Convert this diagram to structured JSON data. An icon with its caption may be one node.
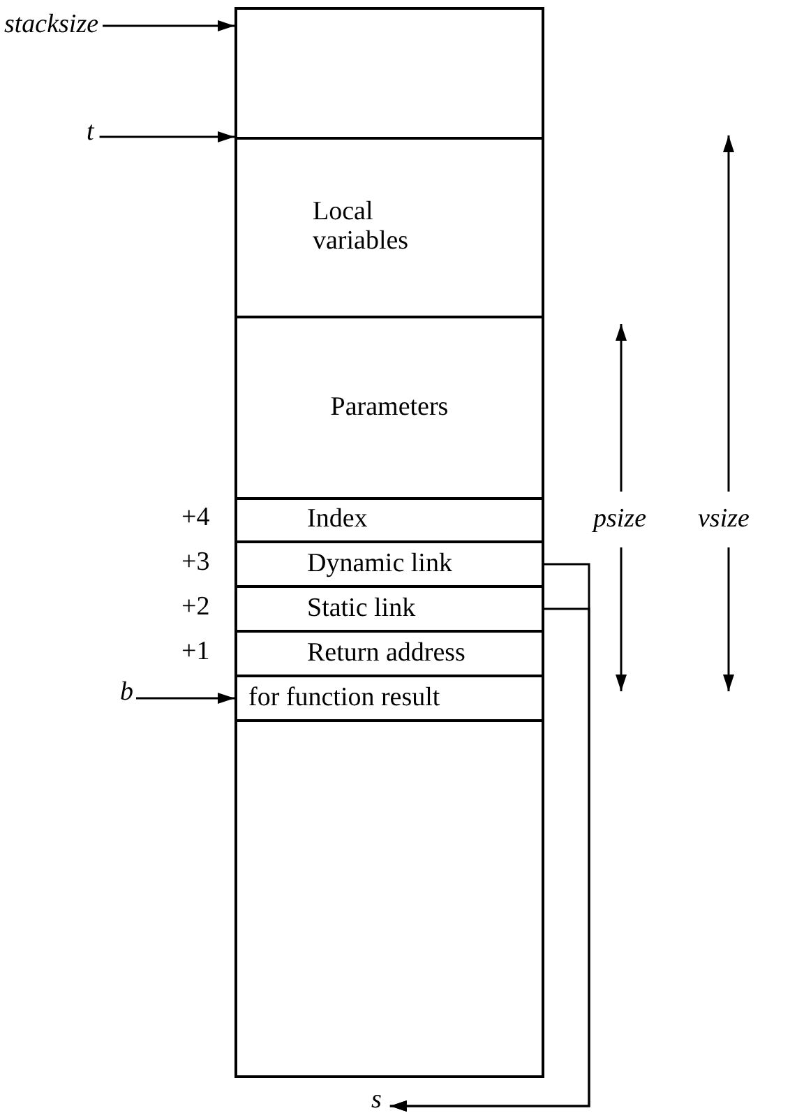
{
  "diagram": {
    "nodes": [
      {
        "text": [
          "stacksize"
        ]
      },
      {
        "text": [],
        "shape": "box"
      },
      {
        "text": [
          "Local variables"
        ],
        "in": 1
      },
      {
        "text": [
          "Parameters"
        ],
        "in": 1
      },
      {
        "text": [
          "Index"
        ],
        "in": 1
      },
      {
        "text": [
          "Dynamic link"
        ],
        "in": 1
      },
      {
        "text": [
          "Static link"
        ],
        "in": 1
      },
      {
        "text": [
          "Return address"
        ],
        "in": 1
      },
      {
        "text": [
          "for function result"
        ],
        "in": 1
      },
      {
        "text": [
          "t"
        ]
      },
      {
        "text": [
          "b"
        ]
      },
      {
        "text": [
          "s"
        ]
      }
    ],
    "edges": [
      {
        "from": 0,
        "to": 1,
        "arrow": "to"
      },
      {
        "from": 9,
        "to": 2,
        "arrow": "to"
      },
      {
        "from": 10,
        "to": 8,
        "arrow": "to"
      },
      {
        "from": 5,
        "to": 11,
        "arrow": "to"
      },
      {
        "from": 6,
        "to": 11,
        "arrow": "to"
      }
    ],
    "labels": [
      "+4",
      "+3",
      "+2",
      "+1",
      "psize",
      "vsize"
    ]
  }
}
